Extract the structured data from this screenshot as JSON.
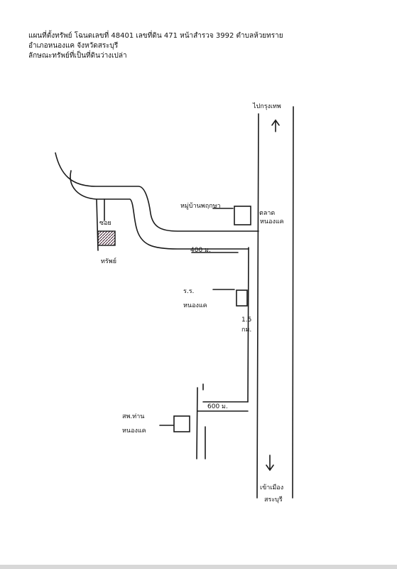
{
  "header": {
    "line1": "แผนที่ตั้งทรัพย์ โฉนดเลขที่ 48401  เลขที่ดิน 471  หน้าสำรวจ 3992  ตำบลห้วยทราย",
    "line2": "อำเภอหนองแค จังหวัดสระบุรี",
    "line3": "ลักษณะทรัพย์ที่เป็นที่ดินว่างเปล่า"
  },
  "labels": {
    "to_bangkok": "ไปกรุงเทพ",
    "to_saraburi_1": "เข้าเมือง",
    "to_saraburi_2": "สระบุรี",
    "police": "ตลาด",
    "police_2": "หนองแค",
    "village": "หมู่บ้านพฤกษา",
    "distance_400": "400 ม.",
    "distance_1_5": "1.5",
    "distance_km": "กม.",
    "school_1": "ร.ร.",
    "school_2": "หนองแค",
    "distance_600": "600 ม.",
    "hospital_1": "สพ.ท่าน",
    "hospital_2": "หนองแค",
    "property": "ทรัพย์",
    "road_small": "ซอย"
  },
  "colors": {
    "ink": "#1a1a1a",
    "property_fill": "#6b2a4a"
  }
}
